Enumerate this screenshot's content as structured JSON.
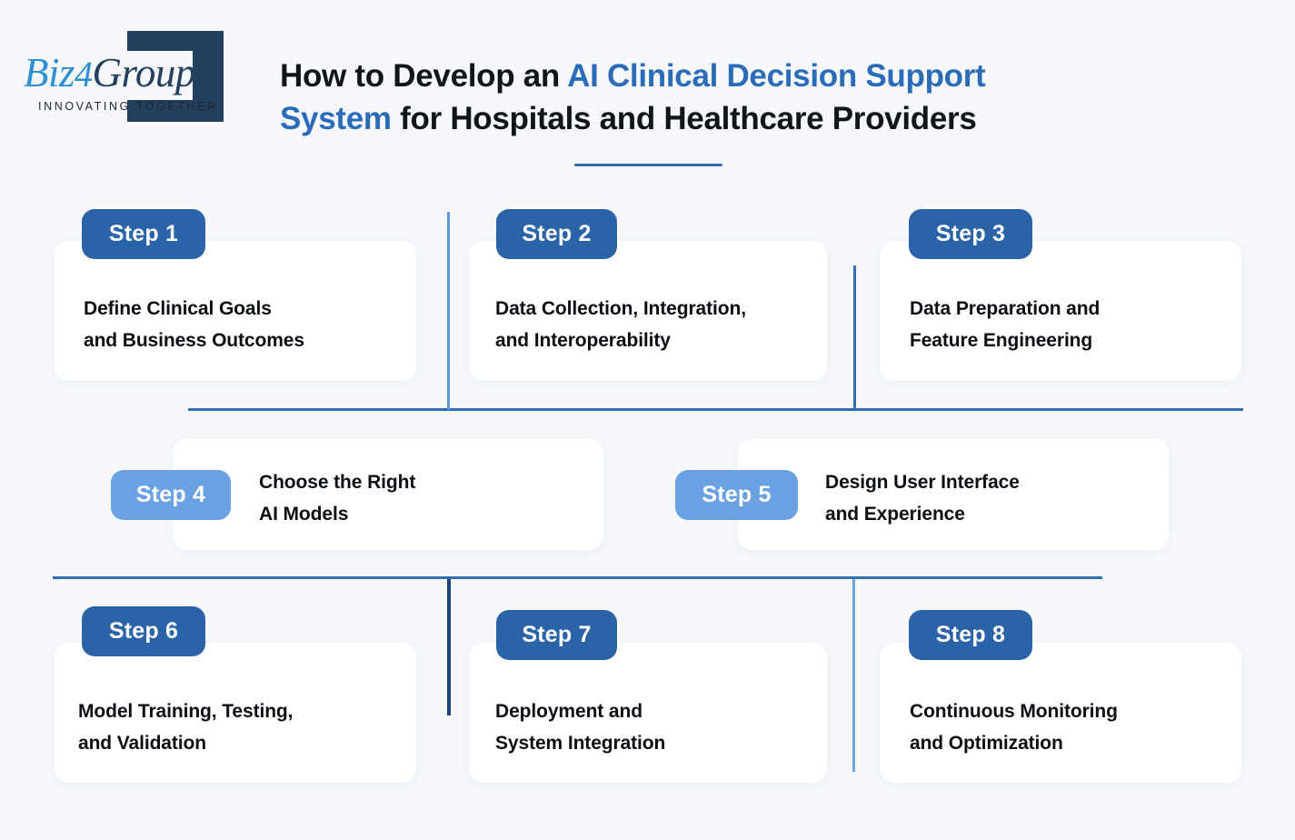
{
  "brand": {
    "name_part1": "Biz",
    "name_part2": "4",
    "name_part3": "Group",
    "tagline": "INNOVATING TOGETHER",
    "mark_icon": "bracket-logo-icon",
    "colors": {
      "navy": "#23405e",
      "blue": "#2f8fd4"
    }
  },
  "header": {
    "title_lead": "How to Develop an ",
    "title_accent_1": "AI Clinical Decision Support System",
    "title_tail": " for Hospitals and Healthcare Providers",
    "accent_color": "#2b6cb8",
    "rule": "title-underline"
  },
  "steps": [
    {
      "badge": "Step 1",
      "badge_style": "dark",
      "text": "Define Clinical Goals\nand Business Outcomes"
    },
    {
      "badge": "Step 2",
      "badge_style": "dark",
      "text": "Data Collection, Integration,\nand Interoperability"
    },
    {
      "badge": "Step 3",
      "badge_style": "dark",
      "text": "Data Preparation and\nFeature Engineering"
    },
    {
      "badge": "Step 4",
      "badge_style": "light",
      "text": "Choose the Right\nAI Models"
    },
    {
      "badge": "Step 5",
      "badge_style": "light",
      "text": "Design User Interface\nand Experience"
    },
    {
      "badge": "Step 6",
      "badge_style": "dark",
      "text": "Model Training, Testing,\nand Validation"
    },
    {
      "badge": "Step 7",
      "badge_style": "dark",
      "text": "Deployment and\nSystem Integration"
    },
    {
      "badge": "Step 8",
      "badge_style": "dark",
      "text": "Continuous Monitoring\nand Optimization"
    }
  ],
  "theme": {
    "background": "#f6f8fb",
    "card_background": "#ffffff",
    "badge_dark": "#2b63a8",
    "badge_light": "#6aa1e2",
    "connector_blue": "#2f6db5",
    "connector_light": "#5d97dd",
    "connector_navy": "#20447a",
    "text_color": "#0b0e12"
  }
}
